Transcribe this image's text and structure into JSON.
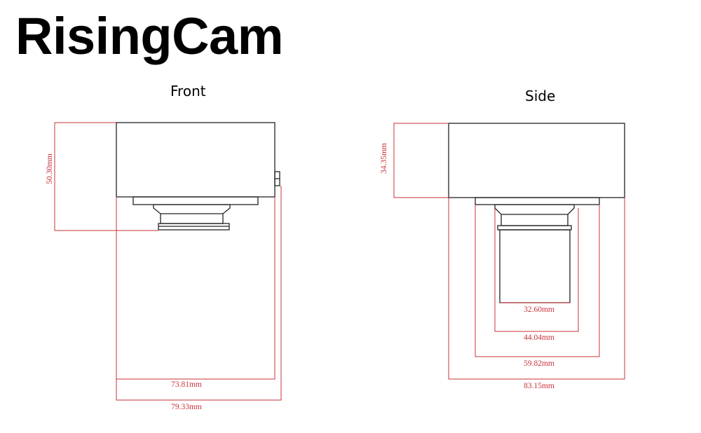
{
  "brand": {
    "name": "RisingCam"
  },
  "views": {
    "front": {
      "title": "Front",
      "dims": {
        "height": "50.30mm",
        "inner_width": "73.81mm",
        "outer_width": "79.33mm"
      }
    },
    "side": {
      "title": "Side",
      "dims": {
        "height": "34.35mm",
        "w1": "32.60mm",
        "w2": "44.04mm",
        "w3": "59.82mm",
        "w4": "83.15mm"
      }
    }
  },
  "colors": {
    "outline": "#222222",
    "dimension": "#c9333a",
    "background": "#ffffff"
  }
}
